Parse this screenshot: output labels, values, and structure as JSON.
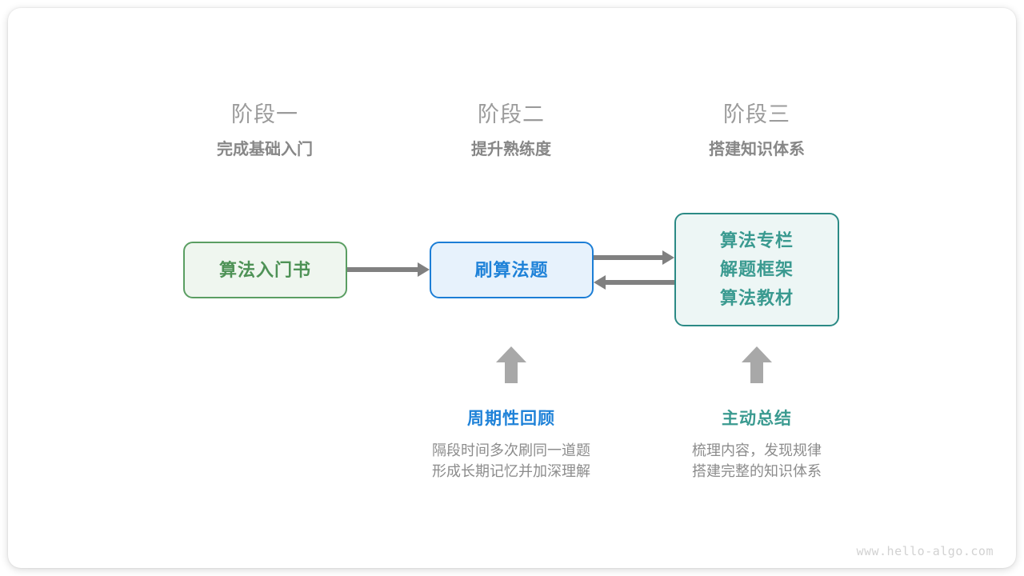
{
  "stages": [
    {
      "name": "阶段一",
      "subtitle": "完成基础入门"
    },
    {
      "name": "阶段二",
      "subtitle": "提升熟练度"
    },
    {
      "name": "阶段三",
      "subtitle": "搭建知识体系"
    }
  ],
  "nodes": {
    "book": {
      "label": "算法入门书",
      "color": "#4e9256",
      "border": "#5a9e62",
      "fill": "#eff6ef"
    },
    "practice": {
      "label": "刷算法题",
      "color": "#1f82d8",
      "border": "#1c7ed6",
      "fill": "#e7f2fc"
    },
    "resources": {
      "lines": [
        "算法专栏",
        "解题框架",
        "算法教材"
      ],
      "color": "#3a9a90",
      "border": "#2b8a85",
      "fill": "#edf6f5"
    }
  },
  "arrows": {
    "color": "#808080",
    "up_color": "#a8a8a8",
    "book_to_practice": "算法入门书 → 刷算法题",
    "practice_to_resources": "刷算法题 → 算法专栏/解题框架/算法教材",
    "resources_to_practice": "算法专栏/解题框架/算法教材 → 刷算法题"
  },
  "annotations": [
    {
      "title": "周期性回顾",
      "desc_line1": "隔段时间多次刷同一道题",
      "desc_line2": "形成长期记忆并加深理解",
      "color": "#1f82d8"
    },
    {
      "title": "主动总结",
      "desc_line1": "梳理内容，发现规律",
      "desc_line2": "搭建完整的知识体系",
      "color": "#3a9a90"
    }
  ],
  "watermark": "www.hello-algo.com"
}
